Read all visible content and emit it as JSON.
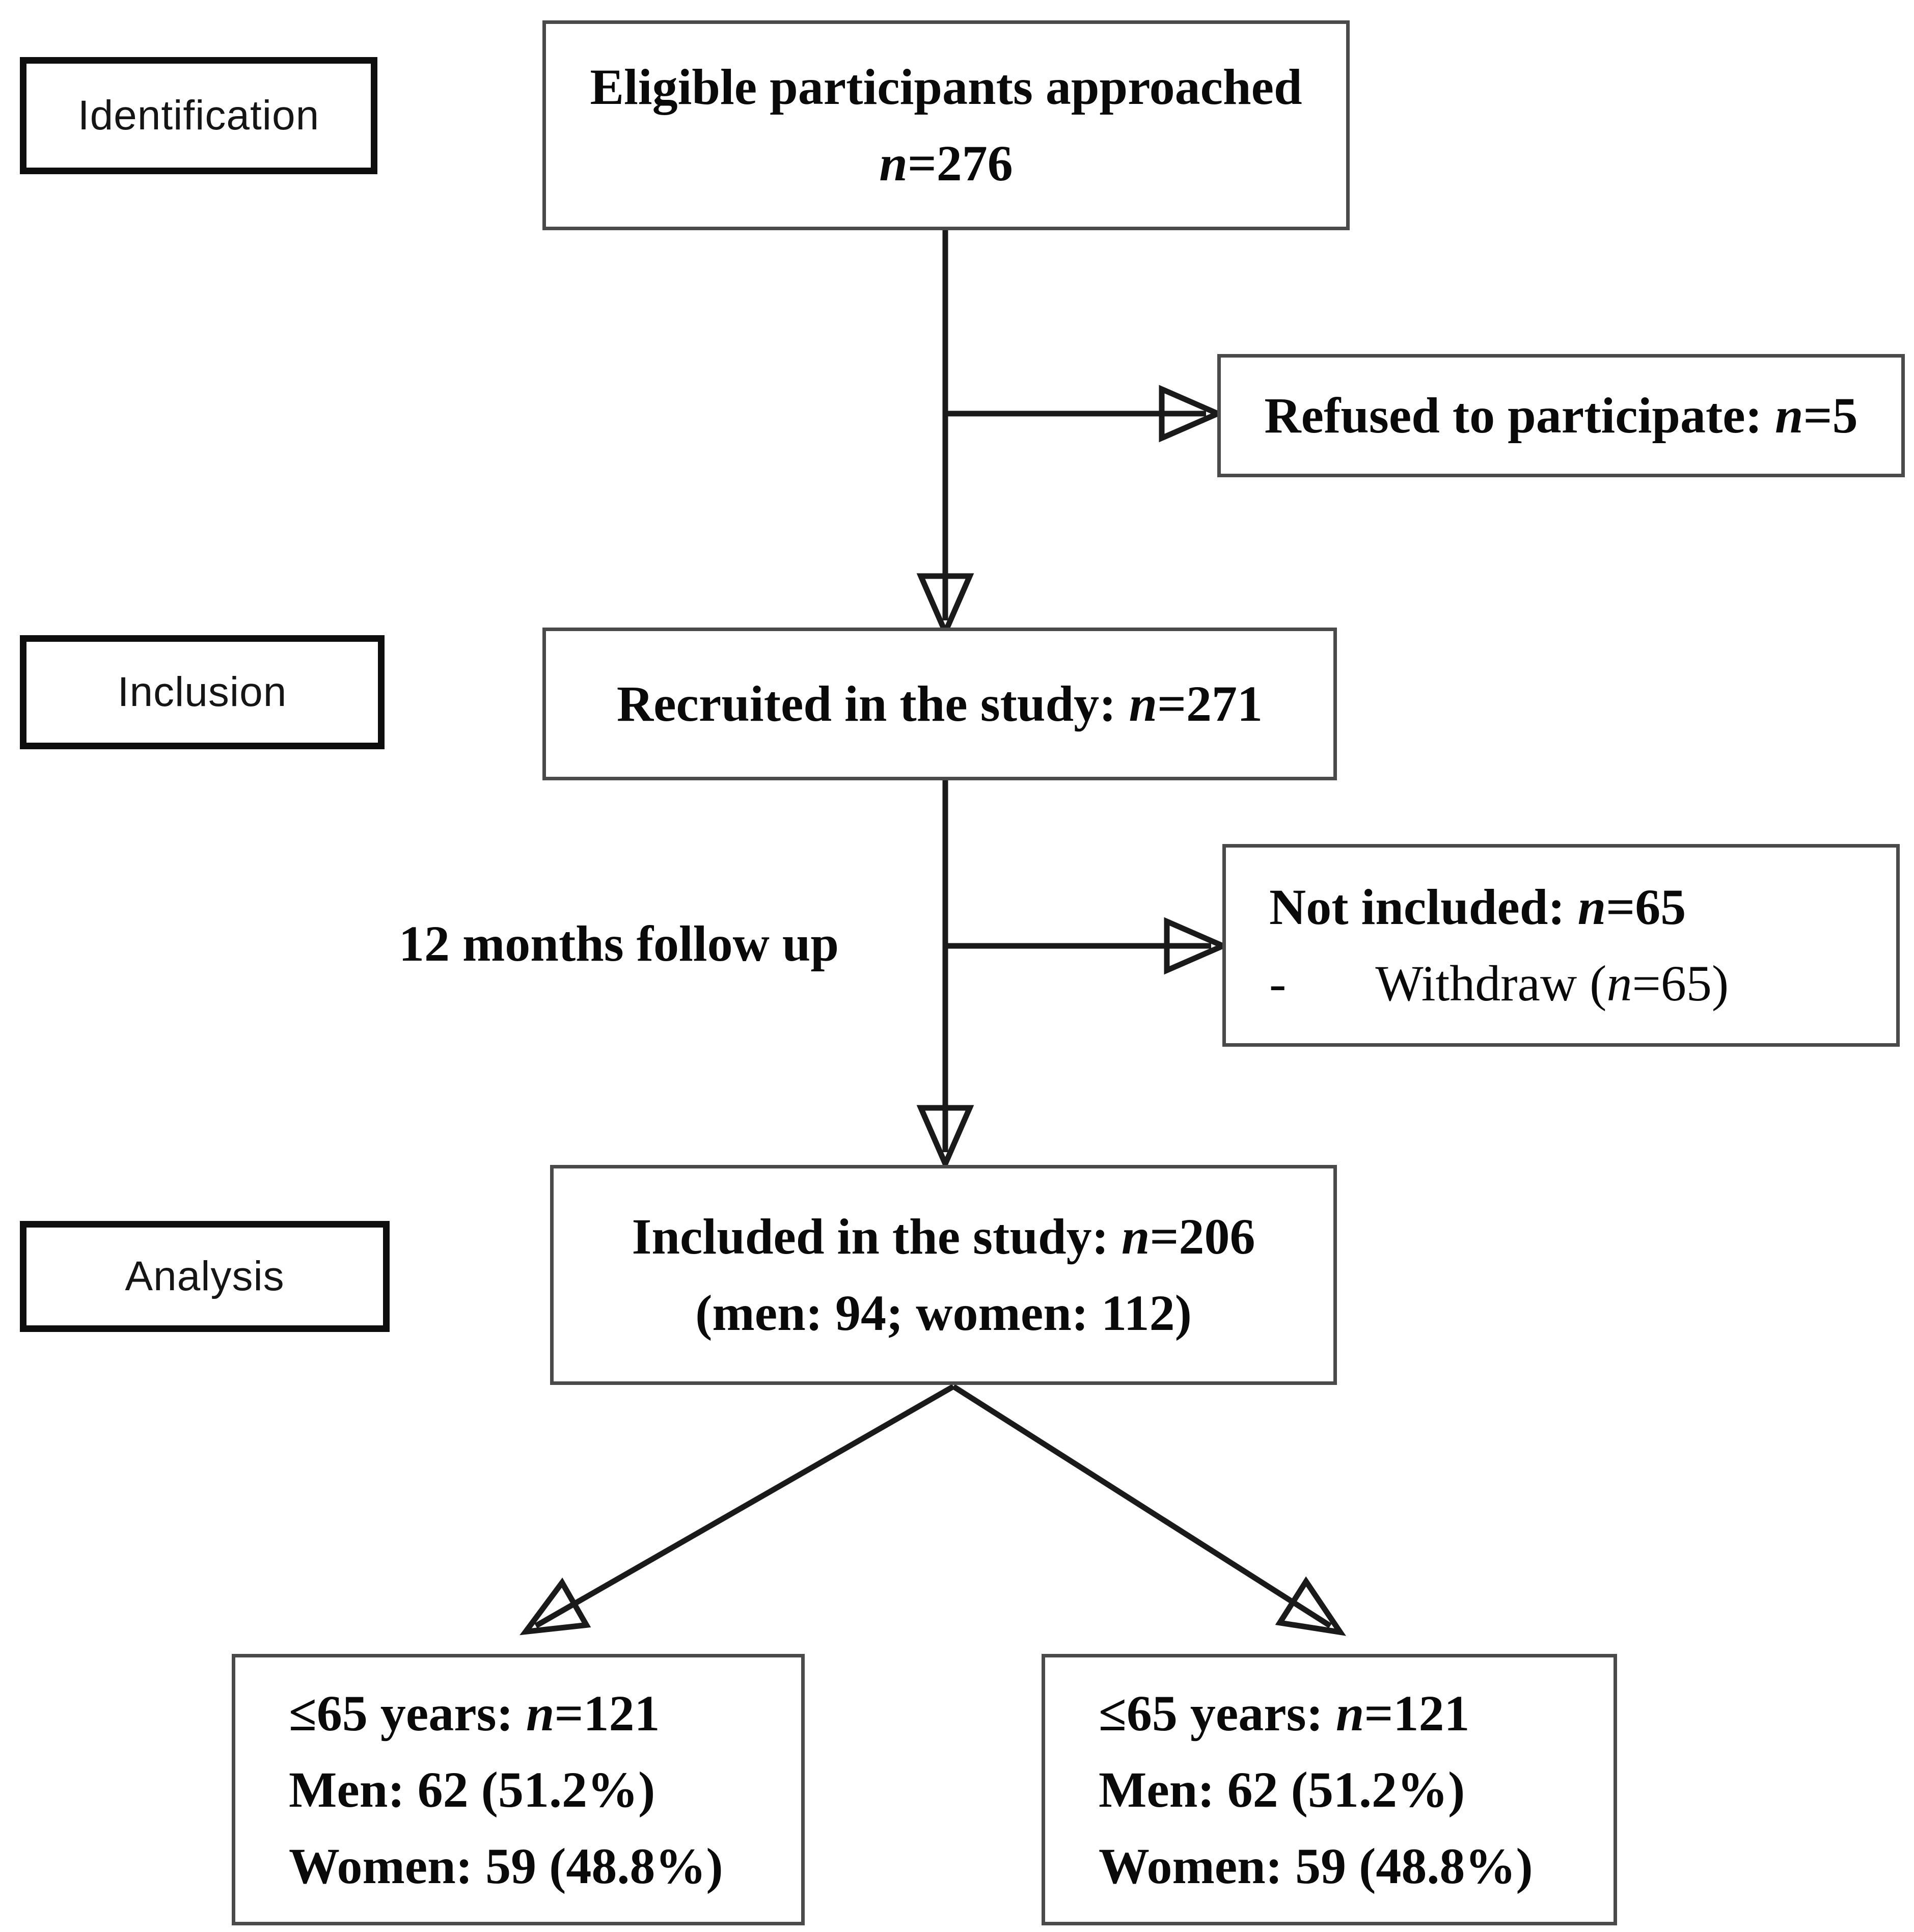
{
  "stage_labels": {
    "identification": "Identification",
    "inclusion": "Inclusion",
    "analysis": "Analysis"
  },
  "labels": {
    "follow_up": "12 months follow up"
  },
  "boxes": {
    "eligible": {
      "title": "Eligible participants approached",
      "n": "n",
      "count": "=276"
    },
    "refused": {
      "prefix": "Refused to participate: ",
      "n": "n",
      "count": "=5"
    },
    "recruited": {
      "prefix": "Recruited in the study: ",
      "n": "n",
      "count": "=271"
    },
    "not_included": {
      "prefix": "Not included: ",
      "n": "n",
      "count": "=65",
      "dash": "-",
      "item_prefix": "Withdraw (",
      "item_n": "n",
      "item_suffix": "=65)"
    },
    "included": {
      "prefix": "Included in the study: ",
      "n": "n",
      "count": "=206",
      "subtitle": "(men: 94; women: 112)"
    },
    "age_left": {
      "prefix": "≤65 years: ",
      "n": "n",
      "count": "=121",
      "line2": "Men: 62 (51.2%)",
      "line3": "Women: 59 (48.8%)"
    },
    "age_right": {
      "prefix": "≤65 years: ",
      "n": "n",
      "count": "=121",
      "line2": "Men: 62 (51.2%)",
      "line3": "Women: 59 (48.8%)"
    }
  },
  "colors": {
    "background": "#ffffff",
    "flow_box_border": "#4a4a4a",
    "stage_box_border": "#0e0e0e",
    "arrow": "#1a1a1a",
    "text": "#0a0a0a"
  }
}
